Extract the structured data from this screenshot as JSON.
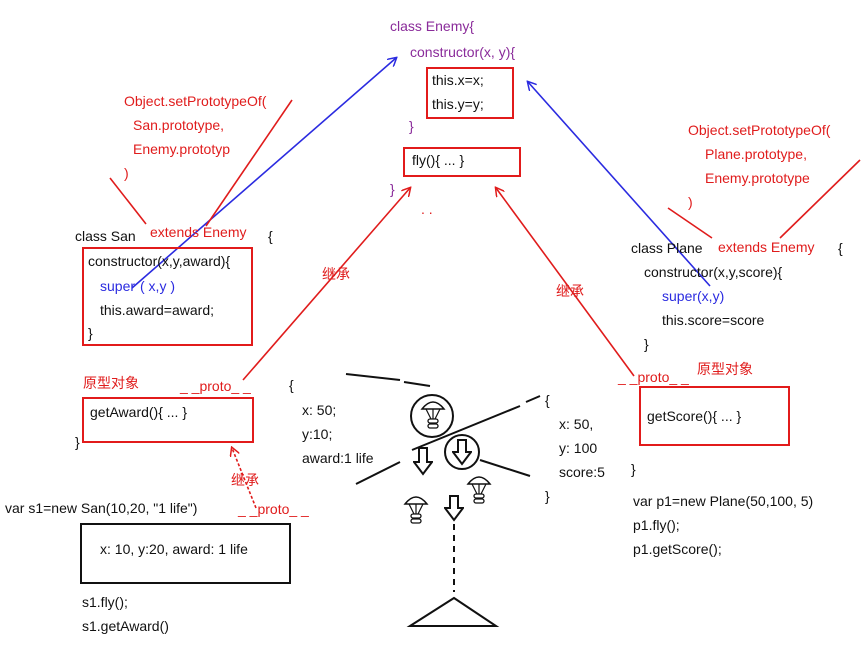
{
  "enemy": {
    "header": "class  Enemy{",
    "ctor": "constructor(x, y){",
    "line1": "this.x=x;",
    "line2": "this.y=y;",
    "close_inner": "}",
    "fly": "fly(){ ... }",
    "close": "}",
    "dots": ".        ."
  },
  "san": {
    "setproto_1": "Object.setPrototypeOf(",
    "setproto_2": "San.prototype,",
    "setproto_3": "Enemy.prototyp",
    "setproto_4": ")",
    "class_decl": "class San",
    "extends": "extends Enemy",
    "brace": "{",
    "ctor": "constructor(x,y,award){",
    "super_kw": "super",
    "super_args": "(   x,y   )",
    "award": "this.award=award;",
    "ctor_close": "}",
    "proto_label": "原型对象",
    "proto_link": "_ _proto_ _",
    "get_award": "getAward(){ ... }",
    "close": "}",
    "inherit_1": "继承",
    "inherit_2": "继承"
  },
  "san_instance": {
    "decl": "var s1=new San(10,20, \"1 life\")",
    "proto_link": "_ _proto_ _",
    "values": "x: 10, y:20,   award: 1 life",
    "call1": "s1.fly();",
    "call2": "s1.getAward()"
  },
  "obj_left": {
    "open": "{",
    "x": "x: 50;",
    "y": "y:10;",
    "award": "award:1 life"
  },
  "obj_right": {
    "open": "{",
    "x": "x: 50,",
    "y": "y: 100",
    "score": "score:5",
    "close": "}"
  },
  "plane": {
    "setproto_1": "Object.setPrototypeOf(",
    "setproto_2": "Plane.prototype,",
    "setproto_3": "Enemy.prototype",
    "setproto_4": ")",
    "class_decl": "class Plane",
    "extends": "extends Enemy",
    "brace": "{",
    "ctor": "constructor(x,y,score){",
    "super": "super(x,y)",
    "score": "this.score=score",
    "ctor_close": "}",
    "proto_link": "_ _proto_ _",
    "proto_label": "原型对象",
    "inherit": "继承",
    "get_score": "getScore(){ ... }",
    "close": "}",
    "decl": "var p1=new Plane(50,100, 5)",
    "call1": "p1.fly();",
    "call2": "p1.getScore();"
  },
  "colors": {
    "red": "#e01c1c",
    "blue": "#2b2be0",
    "purple": "#8a2b9a",
    "black": "#111111"
  }
}
